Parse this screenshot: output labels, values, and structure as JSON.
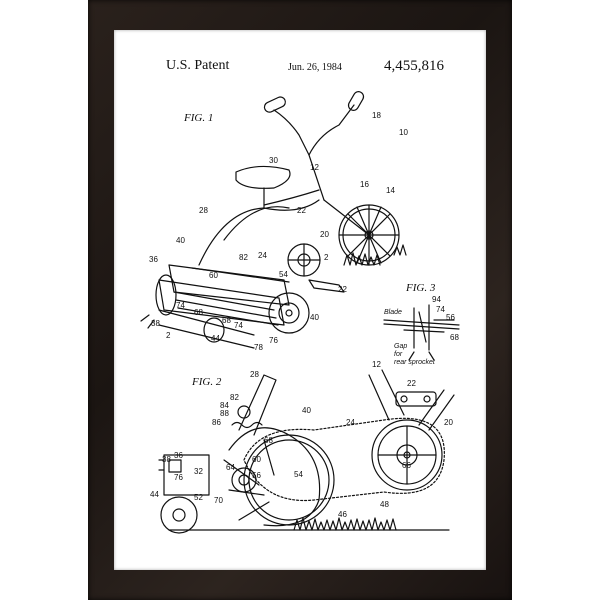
{
  "header": {
    "patent_label": "U.S. Patent",
    "date": "Jun. 26, 1984",
    "number": "4,455,816"
  },
  "figures": {
    "fig1": "FIG. 1",
    "fig2": "FIG. 2",
    "fig3": "FIG. 3"
  },
  "fig3_labels": {
    "blade": "Blade",
    "gap_line1": "Gap",
    "gap_line2": "for",
    "gap_line3": "rear sprocket"
  },
  "ref_numbers": {
    "n10": "10",
    "n12": "12",
    "n14": "14",
    "n16": "16",
    "n18": "18",
    "n20": "20",
    "n22": "22",
    "n24": "24",
    "n28": "28",
    "n30": "30",
    "n36": "36",
    "n38": "38",
    "n40": "40",
    "n44": "44",
    "n54": "54",
    "n60": "60",
    "n68": "68",
    "n74": "74",
    "n76": "76",
    "n78": "78",
    "n82": "82",
    "n2": "2",
    "f2_28": "28",
    "f2_12": "12",
    "f2_22": "22",
    "f2_20": "20",
    "f2_40": "40",
    "f2_24": "24",
    "f2_66": "66",
    "f2_82": "82",
    "f2_84": "84",
    "f2_88": "88",
    "f2_86": "86",
    "f2_38": "38",
    "f2_36": "36",
    "f2_32": "32",
    "f2_76": "76",
    "f2_44": "44",
    "f2_52": "52",
    "f2_70": "70",
    "f2_46": "46",
    "f2_48": "48",
    "f2_54": "54",
    "f2_56": "56",
    "f2_60": "60",
    "f2_64": "64",
    "f3_94": "94",
    "f3_74": "74",
    "f3_56": "56",
    "f3_68": "68"
  },
  "colors": {
    "frame": "#1f1814",
    "mat": "#ffffff",
    "ink": "#111111"
  }
}
